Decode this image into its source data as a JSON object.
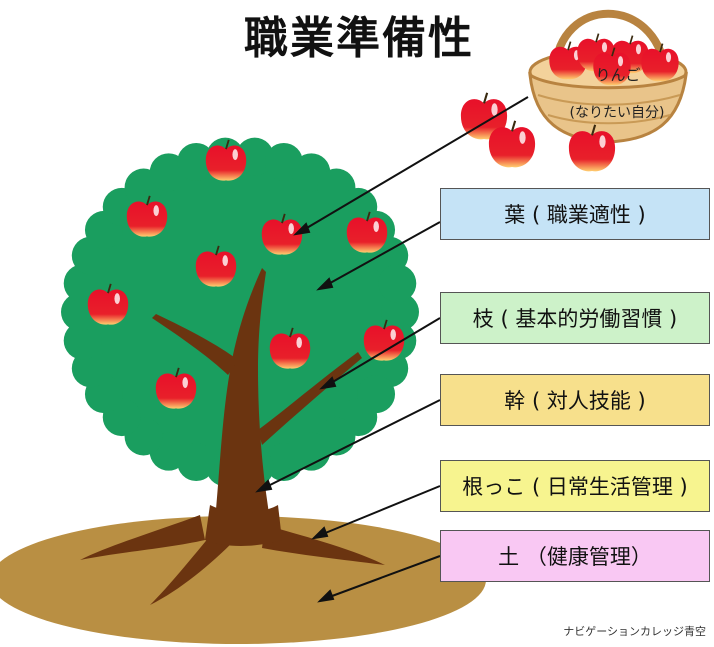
{
  "title": "職業準備性",
  "basket": {
    "line1": "りんご",
    "line2": "(なりたい自分)"
  },
  "labels": [
    {
      "id": "leaf",
      "text": "葉 ( 職業適性 )",
      "color": "#c5e3f6"
    },
    {
      "id": "branch",
      "text": "枝 ( 基本的労働習慣 )",
      "color": "#cdf2c9"
    },
    {
      "id": "trunk",
      "text": "幹 ( 対人技能 )",
      "color": "#f7e08c"
    },
    {
      "id": "root",
      "text": "根っこ ( 日常生活管理 )",
      "color": "#f7f48f"
    },
    {
      "id": "soil",
      "text": "土 （健康管理）",
      "color": "#f9c8f3"
    }
  ],
  "credit": "ナビゲーションカレッジ青空",
  "colors": {
    "foliage": "#1a9e5f",
    "trunk": "#6b3410",
    "soil": "#b98f43",
    "apple": "#e0102a",
    "basket": "#c4924a"
  }
}
